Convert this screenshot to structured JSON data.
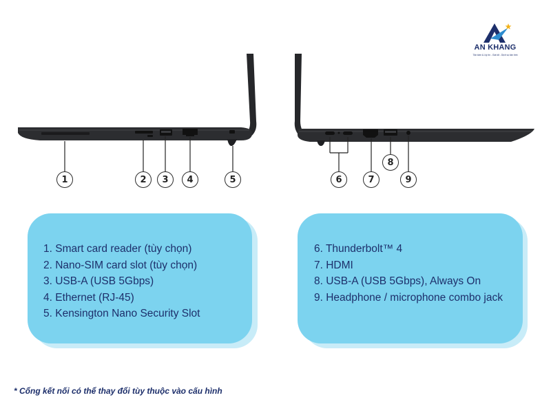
{
  "logo": {
    "name": "AN KHANG",
    "tagline": "Tận tâm & Uy tín - Giá tốt - Dịch vụ tận tình"
  },
  "callouts": [
    "1",
    "2",
    "3",
    "4",
    "5",
    "6",
    "7",
    "8",
    "9"
  ],
  "left_panel": {
    "items": [
      "1. Smart card reader (tùy chọn)",
      "2. Nano-SIM card slot (tùy chọn)",
      "3. USB-A (USB 5Gbps)",
      "4. Ethernet (RJ-45)",
      "5. Kensington Nano Security Slot"
    ]
  },
  "right_panel": {
    "items": [
      "6. Thunderbolt™ 4",
      "7. HDMI",
      "8. USB-A (USB 5Gbps), Always On",
      "9. Headphone / microphone combo jack"
    ]
  },
  "footnote": "* Cổng kết nối có thể thay đổi tùy thuộc vào cấu hình",
  "colors": {
    "panel": "#7cd3ef",
    "panel_shadow": "#c8ecf8",
    "text": "#1d2f6b",
    "laptop": "#2a2b2e"
  }
}
